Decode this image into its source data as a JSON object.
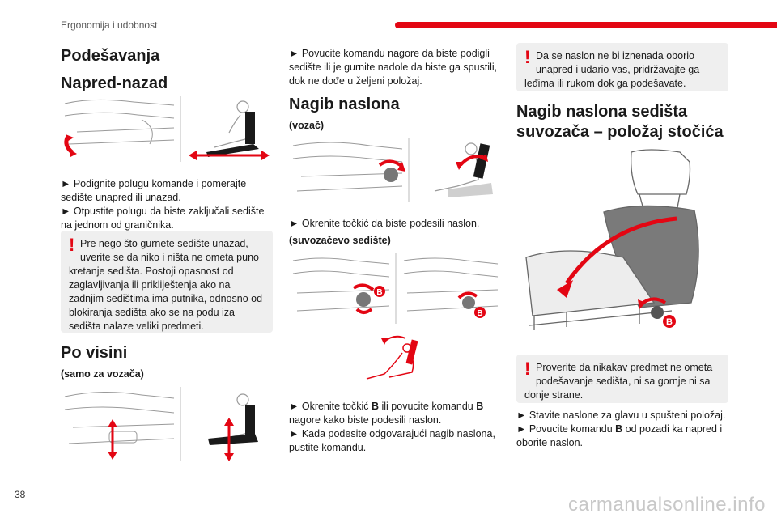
{
  "header": {
    "section_title": "Ergonomija i udobnost"
  },
  "footer": {
    "page_number": "38",
    "watermark": "carmanualsonline.info"
  },
  "col1": {
    "title": "Podešavanja",
    "subtitle": "Napred-nazad",
    "instructions": [
      "► Podignite polugu komande i pomerajte sedište unapred ili unazad.",
      "► Otpustite polugu da biste zaključali sedište na jednom od graničnika."
    ],
    "warning_first": "Pre nego što gurnete sedište unazad, uverite se da niko i ništa ne ometa puno",
    "warning_rest": "kretanje sedišta. Postoji opasnost od zaglavljivanja ili prikliještenja ako na zadnjim sedištima ima putnika, odnosno od blokiranja sedišta ako se na podu iza sedišta nalaze veliki predmeti.",
    "height_title": "Po visini",
    "height_subtitle": "(samo za vozača)"
  },
  "col2": {
    "instruction_top": "► Povucite komandu nagore da biste podigli sedište ili je gurnite nadole da biste ga spustili, dok ne dođe u željeni položaj.",
    "title": "Nagib naslona",
    "driver_label": "(vozač)",
    "driver_instruction": "► Okrenite točkić da biste podesili naslon.",
    "passenger_label": "(suvozačevo sedište)",
    "passenger_instruction_1_pre": "► Okrenite točkić ",
    "passenger_instruction_1_b": "B",
    "passenger_instruction_1_mid": " ili povucite komandu ",
    "passenger_instruction_1_b2": "B",
    "passenger_instruction_1_post": " nagore kako biste podesili naslon.",
    "passenger_instruction_2": "► Kada podesite odgovarajući nagib naslona, pustite komandu.",
    "badge_letter": "B"
  },
  "col3": {
    "warning_first": "Da se naslon ne bi iznenada oborio unapred i udario vas, pridržavajte ga",
    "warning_rest": "leđima ili rukom dok ga podešavate.",
    "title_line1": "Nagib naslona sedišta",
    "title_line2": "suvozača – položaj stočića",
    "badge_letter": "B",
    "warning2_first": "Proverite da nikakav predmet ne ometa podešavanje sedišta, ni sa gornje ni sa",
    "warning2_rest": "donje strane.",
    "instruction_1": "► Stavite naslone za glavu u spušteni položaj.",
    "instruction_2_pre": "► Povucite komandu ",
    "instruction_2_b": "B",
    "instruction_2_post": " od pozadi ka napred i oborite naslon."
  },
  "colors": {
    "accent_red": "#e30613",
    "warning_bg": "#efefef"
  }
}
